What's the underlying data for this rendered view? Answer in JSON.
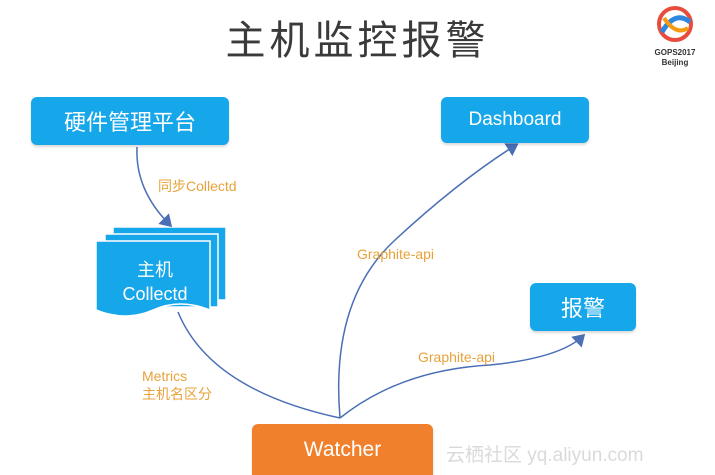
{
  "title": "主机监控报警",
  "logo": {
    "line1": "GOPS2017",
    "line2": "Beijing"
  },
  "nodes": {
    "hardware_platform": "硬件管理平台",
    "host_line1": "主机",
    "host_line2": "Collectd",
    "dashboard": "Dashboard",
    "alarm": "报警",
    "watcher": "Watcher"
  },
  "edges": {
    "sync": "同步Collectd",
    "graphite_dashboard": "Graphite-api",
    "graphite_alarm": "Graphite-api",
    "metrics_line1": "Metrics",
    "metrics_line2": "主机名区分"
  },
  "watermark": "云栖社区 yq.aliyun.com",
  "colors": {
    "box_blue": "#16a6ea",
    "watcher_orange": "#f0802b",
    "label_orange": "#e8a23a",
    "arrow": "#4a6fb5"
  }
}
